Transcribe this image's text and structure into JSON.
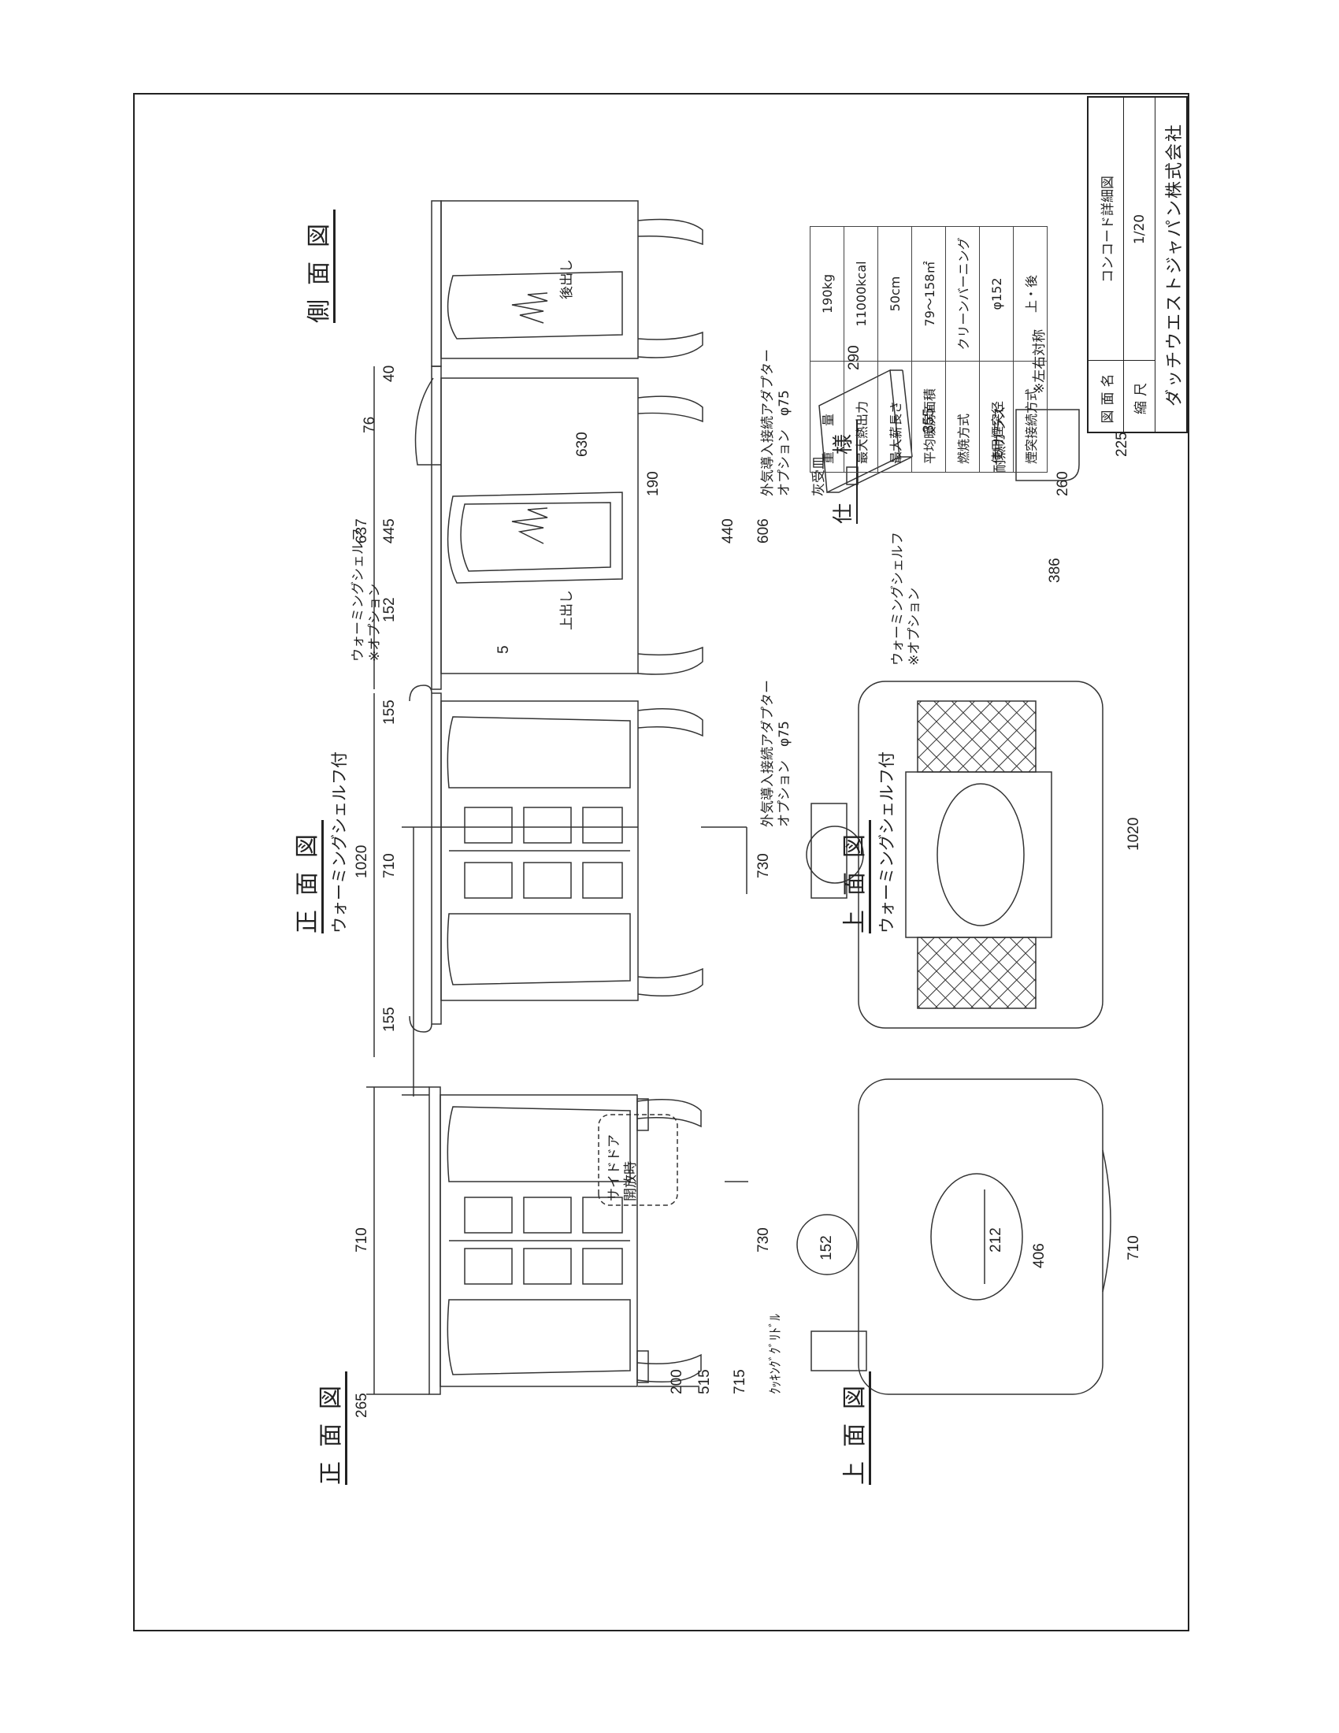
{
  "views": {
    "front": {
      "title": "正面図"
    },
    "front_shelf": {
      "title": "正面図",
      "subtitle": "ウォーミングシェルフ付"
    },
    "side": {
      "title": "側面図"
    },
    "top": {
      "title": "上面図"
    },
    "top_shelf": {
      "title": "上面図",
      "subtitle": "ウォーミングシェルフ付"
    }
  },
  "notes": {
    "side_door": "サイドドア",
    "side_door_open": "開放時",
    "cooking_griddle": "ｸｯｷﾝｸﾞｸﾞﾘﾄﾞﾙ",
    "warming_shelf": "ウォーミングシェルフ",
    "option_note": "※オプション",
    "outside_air_adapter": "外気導入接続アダプター",
    "option_phi75": "オプション　φ75",
    "top_outlet": "上出し",
    "rear_outlet": "後出し",
    "ash_pan": "灰受皿",
    "heat_glass": "耐熱ガラス",
    "symmetric": "※左右対称"
  },
  "dimensions": {
    "d715": "715",
    "d515": "515",
    "d200": "200",
    "d710": "710",
    "d730": "730",
    "d265": "265",
    "d1020": "1020",
    "d155": "155",
    "d637": "637",
    "d445": "445",
    "d152": "152",
    "d440": "440",
    "d606": "606",
    "d40": "40",
    "d190": "190",
    "d5": "5",
    "d630": "630",
    "d76": "76",
    "d406": "406",
    "d212": "212",
    "d152c": "152",
    "d386": "386",
    "d355": "355",
    "d290": "290",
    "d225": "225",
    "d260": "260"
  },
  "spec": {
    "title": "仕　様",
    "rows": [
      {
        "label": "重　　量",
        "value": "190kg"
      },
      {
        "label": "最大熱出力",
        "value": "11000kcal"
      },
      {
        "label": "最大薪長さ",
        "value": "50cm"
      },
      {
        "label": "平均暖房面積",
        "value": "79～158㎡"
      },
      {
        "label": "燃焼方式",
        "value": "クリーンバーニング"
      },
      {
        "label": "使用煙突径",
        "value": "φ152"
      },
      {
        "label": "煙突接続方式",
        "value": "上・後"
      }
    ]
  },
  "title_block": {
    "drawing_name_label": "図面名",
    "drawing_name": "コンコード詳細図",
    "scale_label": "縮尺",
    "scale": "1/20",
    "company": "ダッチウエストジャパン株式会社"
  }
}
